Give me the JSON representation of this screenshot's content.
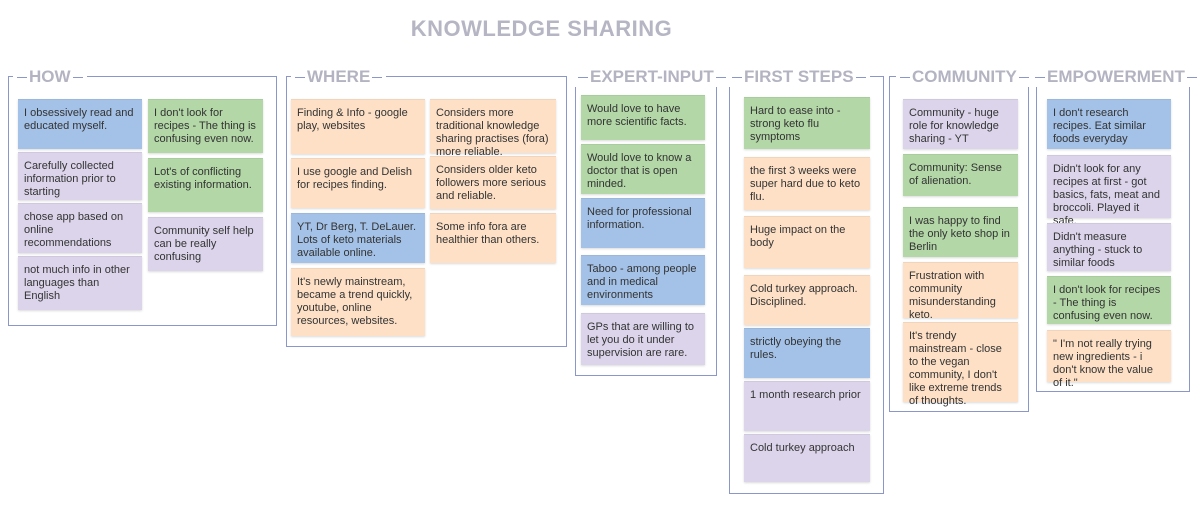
{
  "title": "KNOWLEDGE SHARING",
  "colors": {
    "blue": "#a4c2e7",
    "green": "#b3d7a7",
    "orange": "#fde0c6",
    "purple": "#dcd4ea",
    "border": "#8b97c8",
    "heading": "#b3b3c1"
  },
  "groups": {
    "how": {
      "heading": "HOW",
      "notes": [
        "I obsessively read and educated myself.",
        "Carefully collected information prior to starting",
        "chose app based on online recommendations",
        "not much info in other languages than English",
        "I don't look for recipes  - The thing is confusing even now.",
        "Lot's of conflicting existing information.",
        "Community self help can be really confusing"
      ]
    },
    "where": {
      "heading": "WHERE",
      "notes": [
        "Finding & Info - google play, websites",
        "I use google and Delish for recipes finding.",
        "YT, Dr Berg, T. DeLauer. Lots of keto materials available online.",
        "It's newly mainstream, became a trend quickly, youtube, online resources, websites.",
        "Considers more traditional knowledge sharing practises (fora) more reliable.",
        "Considers older keto followers more serious and reliable.",
        "Some info fora are healthier than others."
      ]
    },
    "expert": {
      "heading": "EXPERT-INPUT",
      "notes": [
        "Would love to have more scientific facts.",
        "Would love to know a doctor that is open minded.",
        "Need for professional information.",
        "Taboo - among people and in medical environments",
        "GPs that are willing to let you do it under supervision are rare."
      ]
    },
    "first": {
      "heading": "FIRST STEPS",
      "notes": [
        "Hard to ease into - strong keto flu symptoms",
        "the first 3 weeks were super hard due to keto flu.",
        "Huge impact on the body",
        "Cold turkey approach. Disciplined.",
        "strictly obeying the rules.",
        "1 month research prior",
        "Cold turkey approach"
      ]
    },
    "community": {
      "heading": "COMMUNITY",
      "notes": [
        "Community - huge role for knowledge sharing - YT",
        "Community: Sense of alienation.",
        "I was happy to find the only keto shop in Berlin",
        "Frustration with community misunderstanding keto.",
        "It's trendy mainstream - close to the vegan community, I don't like extreme trends of thoughts."
      ]
    },
    "empower": {
      "heading": "EMPOWERMENT",
      "notes": [
        "I don't research recipes. Eat similar foods everyday",
        "Didn't look for any recipes at first - got basics, fats, meat and broccoli. Played it safe.",
        "Didn't measure anything - stuck to similar foods",
        "I don't look for recipes - The thing is confusing even now.",
        "\" I'm not really trying new ingredients - i don't know the value of it.\""
      ]
    }
  }
}
